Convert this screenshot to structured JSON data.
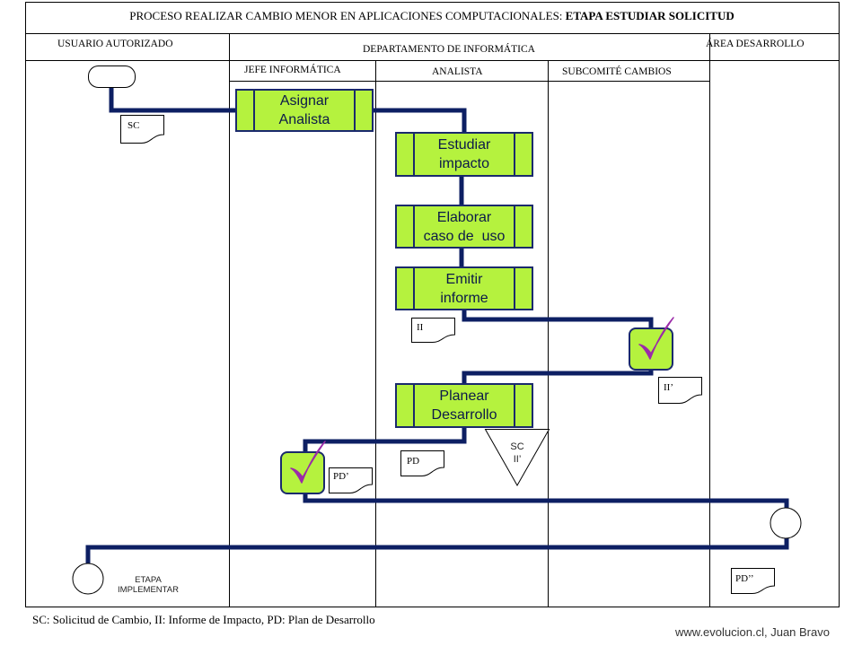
{
  "title": {
    "prefix": "PROCESO REALIZAR CAMBIO MENOR EN APLICACIONES COMPUTACIONALES: ",
    "stage": "ETAPA ESTUDIAR SOLICITUD"
  },
  "lanes": {
    "usuario": "USUARIO AUTORIZADO",
    "departamento": "DEPARTAMENTO DE INFORMÁTICA",
    "area": "ÁREA DESARROLLO",
    "jefe": "JEFE INFORMÁTICA",
    "analista": "ANALISTA",
    "subcomite": "SUBCOMITÉ CAMBIOS"
  },
  "activities": {
    "asignar": [
      "Asignar",
      "Analista"
    ],
    "estudiar": [
      "Estudiar",
      "impacto"
    ],
    "elaborar": [
      "Elaborar",
      "caso de  uso"
    ],
    "emitir": [
      "Emitir",
      "informe"
    ],
    "planear": [
      "Planear",
      "Desarrollo"
    ]
  },
  "documents": {
    "sc": "SC",
    "ii": "II",
    "ii_prime": "II’",
    "pd": "PD",
    "pd_prime": "PD’",
    "pd_double": "PD’’"
  },
  "archive": {
    "line1": "SC",
    "line2": "II’"
  },
  "end_stage": {
    "line1": "ETAPA",
    "line2": "IMPLEMENTAR"
  },
  "legend": "SC: Solicitud de Cambio, II: Informe de Impacto, PD: Plan de Desarrollo",
  "credit": "www.evolucion.cl, Juan Bravo",
  "colors": {
    "activity_fill": "#b5f23e",
    "flow_line": "#0d1f63",
    "check_mark": "#9b2aa8",
    "border": "#000000"
  }
}
